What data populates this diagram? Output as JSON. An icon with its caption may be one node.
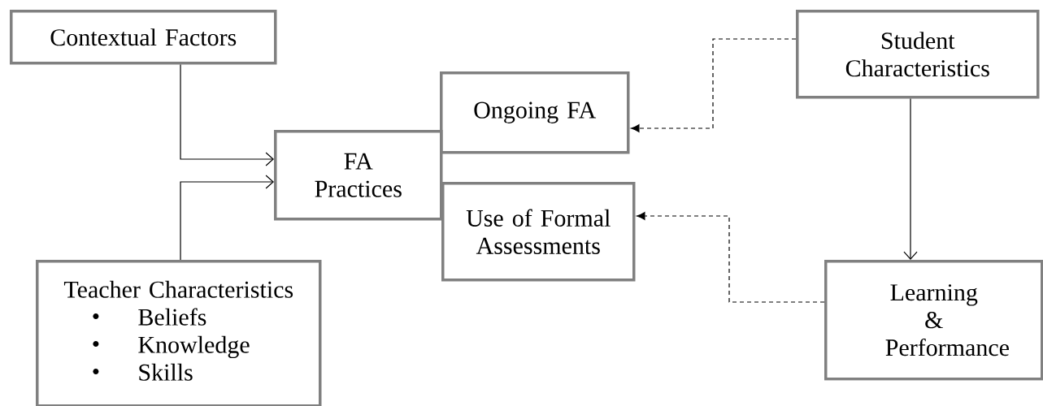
{
  "diagram": {
    "nodes": [
      {
        "text": [
          "Contextual Factors"
        ]
      },
      {
        "text": [
          "Teacher Characteristics",
          "Beliefs",
          "Knowledge",
          "Skills"
        ]
      },
      {
        "text": [
          "FA Practices"
        ]
      },
      {
        "text": [
          "Ongoing FA"
        ]
      },
      {
        "text": [
          "Use of Formal Assessments"
        ]
      },
      {
        "text": [
          "Student Characteristics"
        ]
      },
      {
        "text": [
          "Learning & Performance"
        ]
      }
    ],
    "edges": [
      {
        "from": 0,
        "to": 2,
        "arrow": "to"
      },
      {
        "from": 1,
        "to": 2,
        "arrow": "to"
      },
      {
        "from": 5,
        "to": 3,
        "arrow": "to",
        "style": "dashed"
      },
      {
        "from": 6,
        "to": 4,
        "arrow": "to",
        "style": "dashed"
      },
      {
        "from": 5,
        "to": 6,
        "arrow": "to"
      }
    ]
  }
}
